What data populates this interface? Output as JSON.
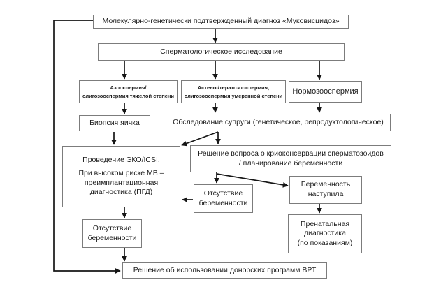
{
  "colors": {
    "box_border": "#7c7c7c",
    "line": "#161616",
    "text": "#1c1c1c",
    "background": "#ffffff"
  },
  "diagram": {
    "type": "flowchart",
    "nodes": {
      "diagnosis": {
        "label": "Молекулярно-генетически подтвержденный диагноз «Муковисцидоз»"
      },
      "sperm_study": {
        "label": "Сперматологическое исследование"
      },
      "azoospermia": {
        "label": "Азооспермия/\nолигозооспермия тяжелой степени"
      },
      "asteno": {
        "label": "Астено-/тератозооспермия,\nолигозооспермия умеренной степени"
      },
      "normozoospermia": {
        "label": "Нормозооспермия"
      },
      "biopsy": {
        "label": "Биопсия яичка"
      },
      "wife_exam": {
        "label": "Обследование супруги (генетическое, репродуктологическое)"
      },
      "ivf": {
        "title": "Проведение ЭКО/ICSI.",
        "subtitle": "При высоком риске МВ –\nпреимплантационная\nдиагностика (ПГД)"
      },
      "cryo": {
        "label": "Решение вопроса о криоконсервации сперматозоидов\n/ планирование беременности"
      },
      "no_pregnancy_mid": {
        "label": "Отсутствие\nбеременности"
      },
      "pregnancy": {
        "label": "Беременность\nнаступила"
      },
      "prenatal": {
        "label": "Пренатальная\nдиагностика\n(по показаниям)"
      },
      "no_pregnancy_left": {
        "label": "Отсутствие\nбеременности"
      },
      "donor": {
        "label": "Решение об использовании донорских программ ВРТ"
      }
    }
  }
}
